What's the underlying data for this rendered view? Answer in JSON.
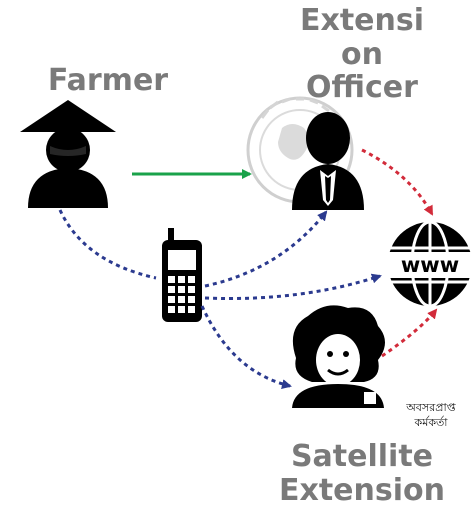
{
  "labels": {
    "farmer": "Farmer",
    "officer_line1": "Extensi",
    "officer_line2": "on",
    "officer_line3": "Officer",
    "satellite_line1": "Satellite",
    "satellite_line2": "Extension",
    "retired_line1": "অবসরপ্রাপ্ত",
    "retired_line2": "কর্মকর্তা"
  },
  "icons": {
    "farmer": "farmer-icon",
    "officer": "officer-icon",
    "phone": "mobile-phone-icon",
    "web": "www-globe-icon",
    "satellite": "satellite-extension-person-icon",
    "seal": "government-seal-icon"
  },
  "colors": {
    "solid_arrow": "#1aa24a",
    "blue_dotted": "#2b3a8f",
    "red_dotted": "#d22b3a",
    "label_gray": "#7a7a7a",
    "icon_black": "#000000"
  }
}
